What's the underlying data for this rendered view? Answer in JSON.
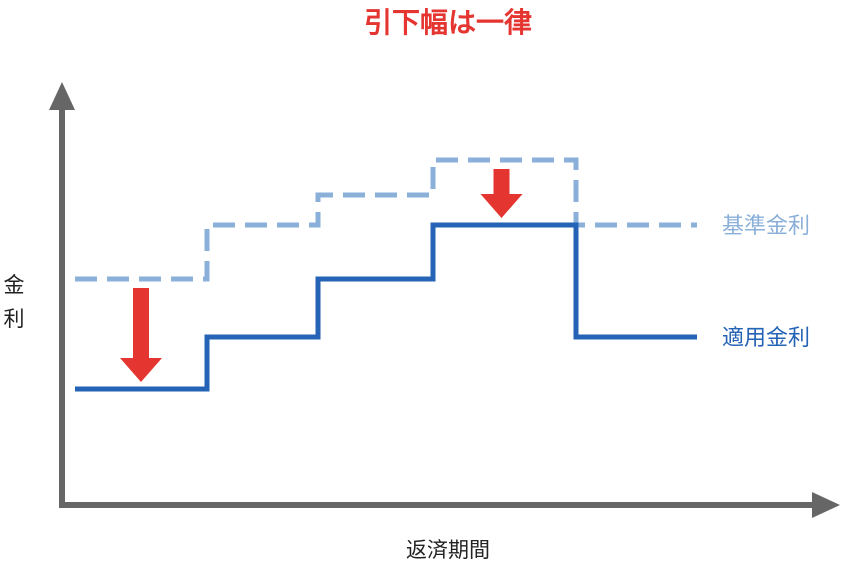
{
  "title": "引下幅は一律",
  "y_axis_label": "金利",
  "x_axis_label": "返済期間",
  "series": [
    {
      "name": "基準金利",
      "color": "#8aafd9",
      "style": "dashed",
      "steps": [
        {
          "from": 0,
          "to": 1,
          "level": 2
        },
        {
          "from": 1,
          "to": 2,
          "level": 3
        },
        {
          "from": 2,
          "to": 3,
          "level": 4
        },
        {
          "from": 3,
          "to": 4,
          "level": 5
        },
        {
          "from": 4,
          "to": 5,
          "level": 3
        }
      ]
    },
    {
      "name": "適用金利",
      "color": "#2463b5",
      "style": "solid",
      "steps": [
        {
          "from": 0,
          "to": 1,
          "level": 0
        },
        {
          "from": 1,
          "to": 2,
          "level": 1
        },
        {
          "from": 2,
          "to": 3,
          "level": 2
        },
        {
          "from": 3,
          "to": 4,
          "level": 3
        },
        {
          "from": 4,
          "to": 5,
          "level": 1
        }
      ]
    }
  ],
  "reduction_arrows": [
    {
      "segment": 0
    },
    {
      "segment": 3
    }
  ],
  "colors": {
    "title": "#e53530",
    "arrow": "#e53530",
    "axis": "#666666",
    "axis_text": "#222222"
  }
}
